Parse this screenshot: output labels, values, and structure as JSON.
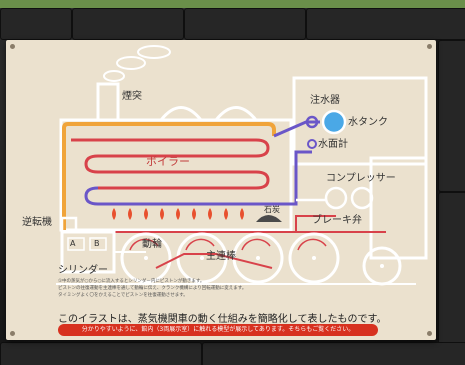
{
  "board": {
    "chimney": "煙突",
    "boiler": "ボイラー",
    "injector": "注水器",
    "water_tank": "水タンク",
    "water_gauge": "水面計",
    "compressor": "コンプレッサー",
    "brake_valve": "ブレーキ弁",
    "coal": "石炭",
    "reverser": "逆転機",
    "cylinder": "シリンダー",
    "drive_wheel": "動輪",
    "main_rod": "主連棒",
    "valve_a": "A",
    "valve_b": "B",
    "notes": [
      "①中の蒸気が○から○に流入するとシリンダー内にピストンが動きます。",
      "ピストンの往復運動を主連棒を通して動輪に伝え、クランク機構により回転運動に変えます。",
      "タイミングよく〇をかえることでピストンを往復運動させます。"
    ],
    "description": "このイラストは、蒸気機関車の動く仕組みを簡略化して表したものです。",
    "banner": "分かりやすいように、館内（3両展示室）に触れる模型が展示してあります。そちらもご覧ください。"
  },
  "colors": {
    "board_bg": "#ebe1ce",
    "steam_pipe": "#f0a43a",
    "boiler_red": "#d8424a",
    "boiler_purple": "#6a56c8",
    "tank_blue": "#4aa8e6",
    "banner_red": "#d7311f"
  }
}
